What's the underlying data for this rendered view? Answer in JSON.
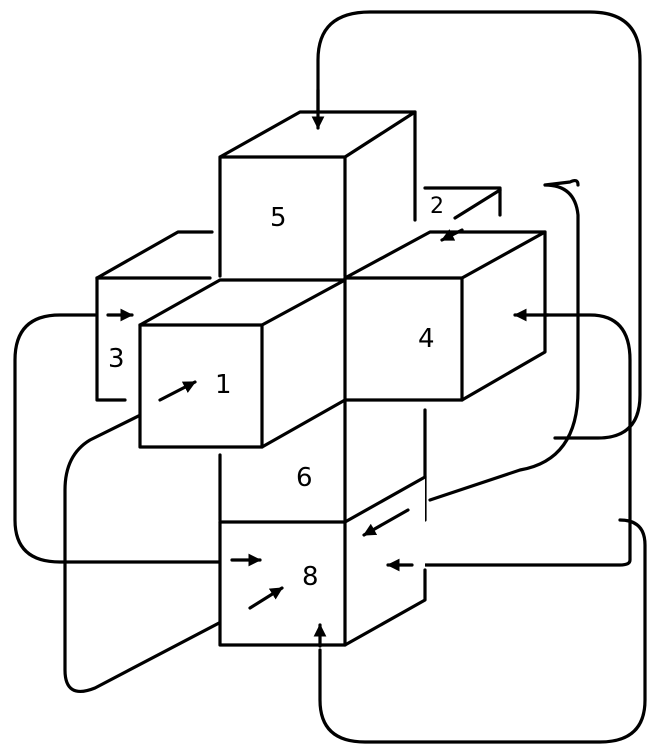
{
  "cube_labels": {
    "cube_1": "1",
    "cube_2": "2",
    "cube_3": "3",
    "cube_4": "4",
    "cube_5": "5",
    "cube_6": "6",
    "cube_8": "8"
  },
  "colors": {
    "ink": "#000000",
    "paper": "#ffffff"
  },
  "arrow_style": "filled triangular arrowheads"
}
